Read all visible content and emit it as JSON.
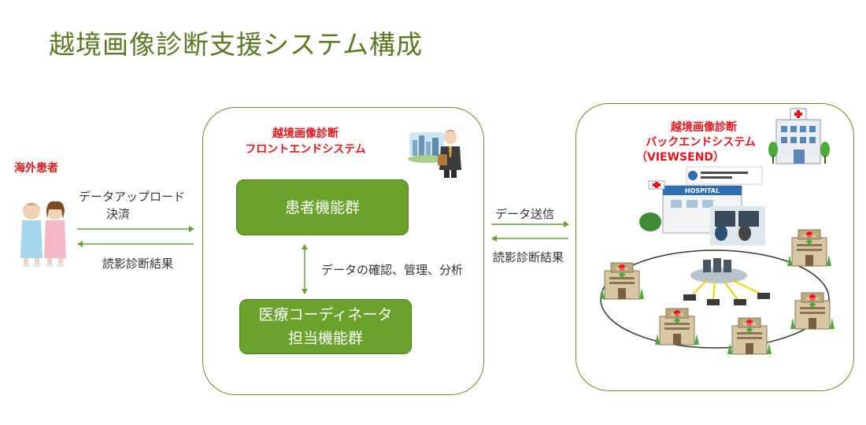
{
  "title": "越境画像診断支援システム構成",
  "patients": {
    "label": "海外患者"
  },
  "left_arrows": {
    "upload_line1": "データアップロード",
    "upload_line2": "決済",
    "result": "読影診断結果"
  },
  "frontend": {
    "title_line1": "越境画像診断",
    "title_line2": "フロントエンドシステム",
    "patient_box": "患者機能群",
    "coordinator_line1": "医療コーディネータ",
    "coordinator_line2": "担当機能群",
    "link_label": "データの確認、管理、分析"
  },
  "middle_arrows": {
    "send": "データ送信",
    "result": "読影診断結果"
  },
  "backend": {
    "title_line1": "越境画像診断",
    "title_line2": "バックエンドシステム",
    "title_line3": "（VIEWSEND）",
    "hospital_sign": "HOSPITAL",
    "network_hospital_sign": "Hospital"
  },
  "colors": {
    "title": "#5a7a26",
    "red": "#e8141b",
    "box": "#6aa22c",
    "border": "#6a8a2a"
  }
}
